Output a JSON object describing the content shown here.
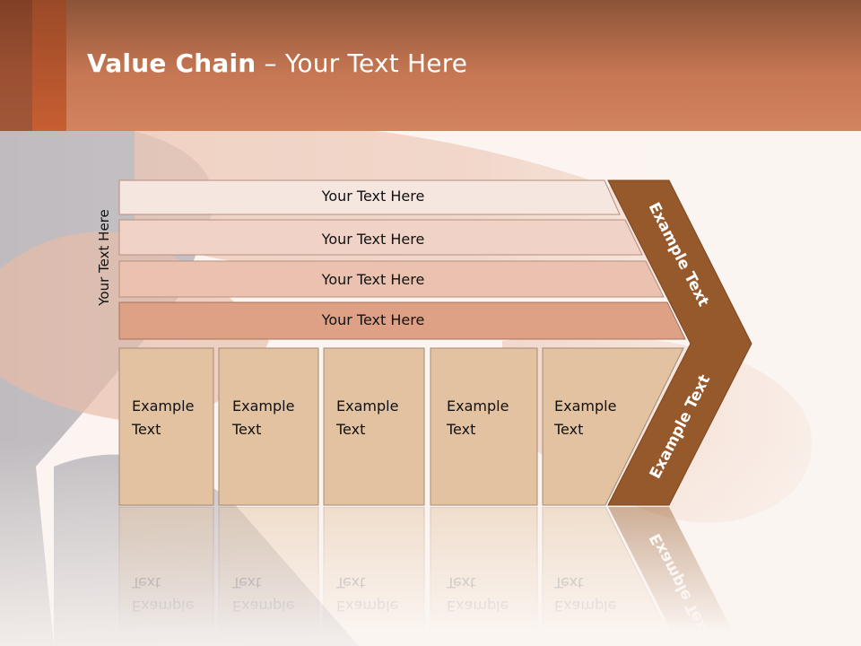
{
  "slide": {
    "title_bold": "Value Chain",
    "title_rest": " – Your Text Here"
  },
  "diagram": {
    "side_label": "Your Text Here",
    "rows": [
      {
        "label": "Your Text Here",
        "color": "#f6e6e0"
      },
      {
        "label": "Your Text Here",
        "color": "#f0d3c6"
      },
      {
        "label": "Your Text Here",
        "color": "#ebc2b0"
      },
      {
        "label": "Your Text Here",
        "color": "#dfa186"
      }
    ],
    "columns": [
      {
        "line1": "Example",
        "line2": "Text"
      },
      {
        "line1": "Example",
        "line2": "Text"
      },
      {
        "line1": "Example",
        "line2": "Text"
      },
      {
        "line1": "Example",
        "line2": "Text"
      },
      {
        "line1": "Example",
        "line2": "Text"
      }
    ],
    "chevron_top_label": "Example Text",
    "chevron_bottom_label": "Example Text",
    "colors": {
      "column_fill": "#e2c2a0",
      "chevron_fill": "#96592b",
      "accent": "#c85e32"
    }
  }
}
